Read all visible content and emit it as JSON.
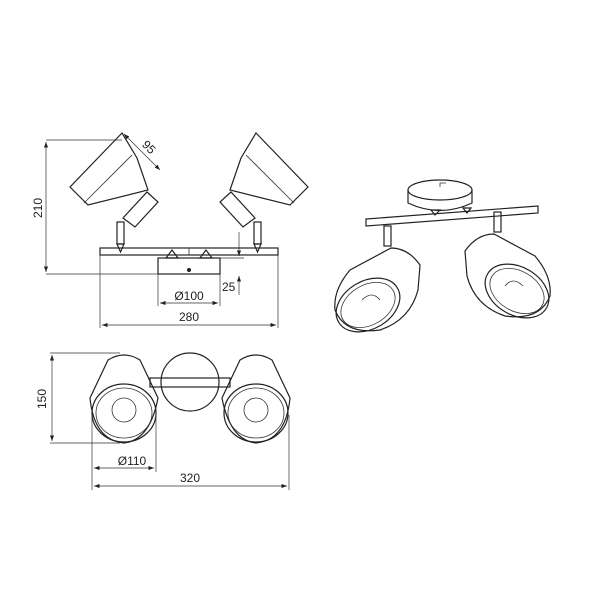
{
  "dimensions": {
    "shade_depth": "95",
    "height": "210",
    "canopy_height": "25",
    "canopy_diameter": "Ø100",
    "bar_length": "280",
    "depth": "150",
    "shade_diameter": "Ø110",
    "overall_width": "320"
  },
  "colors": {
    "line": "#222222",
    "background": "#ffffff"
  }
}
